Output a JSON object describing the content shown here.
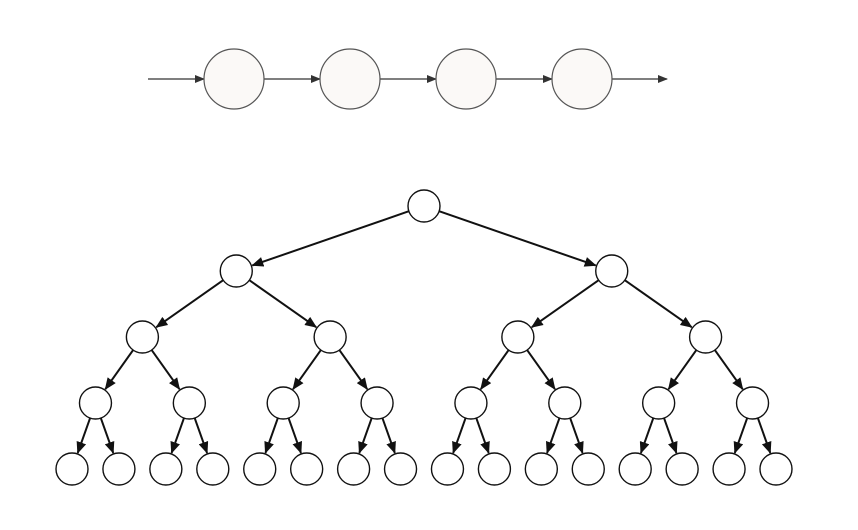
{
  "colors": {
    "background": "#ffffff",
    "chain_node_fill": "#fbf9f7",
    "chain_node_stroke": "#555555",
    "chain_arrow": "#333333",
    "tree_node_fill": "#ffffff",
    "tree_node_stroke": "#111111",
    "tree_edge": "#111111"
  },
  "chain": {
    "node_count": 4,
    "has_incoming_arrow": true,
    "has_outgoing_arrow": true
  },
  "tree": {
    "branching_factor": 2,
    "levels": 5,
    "edges_directed": true
  }
}
